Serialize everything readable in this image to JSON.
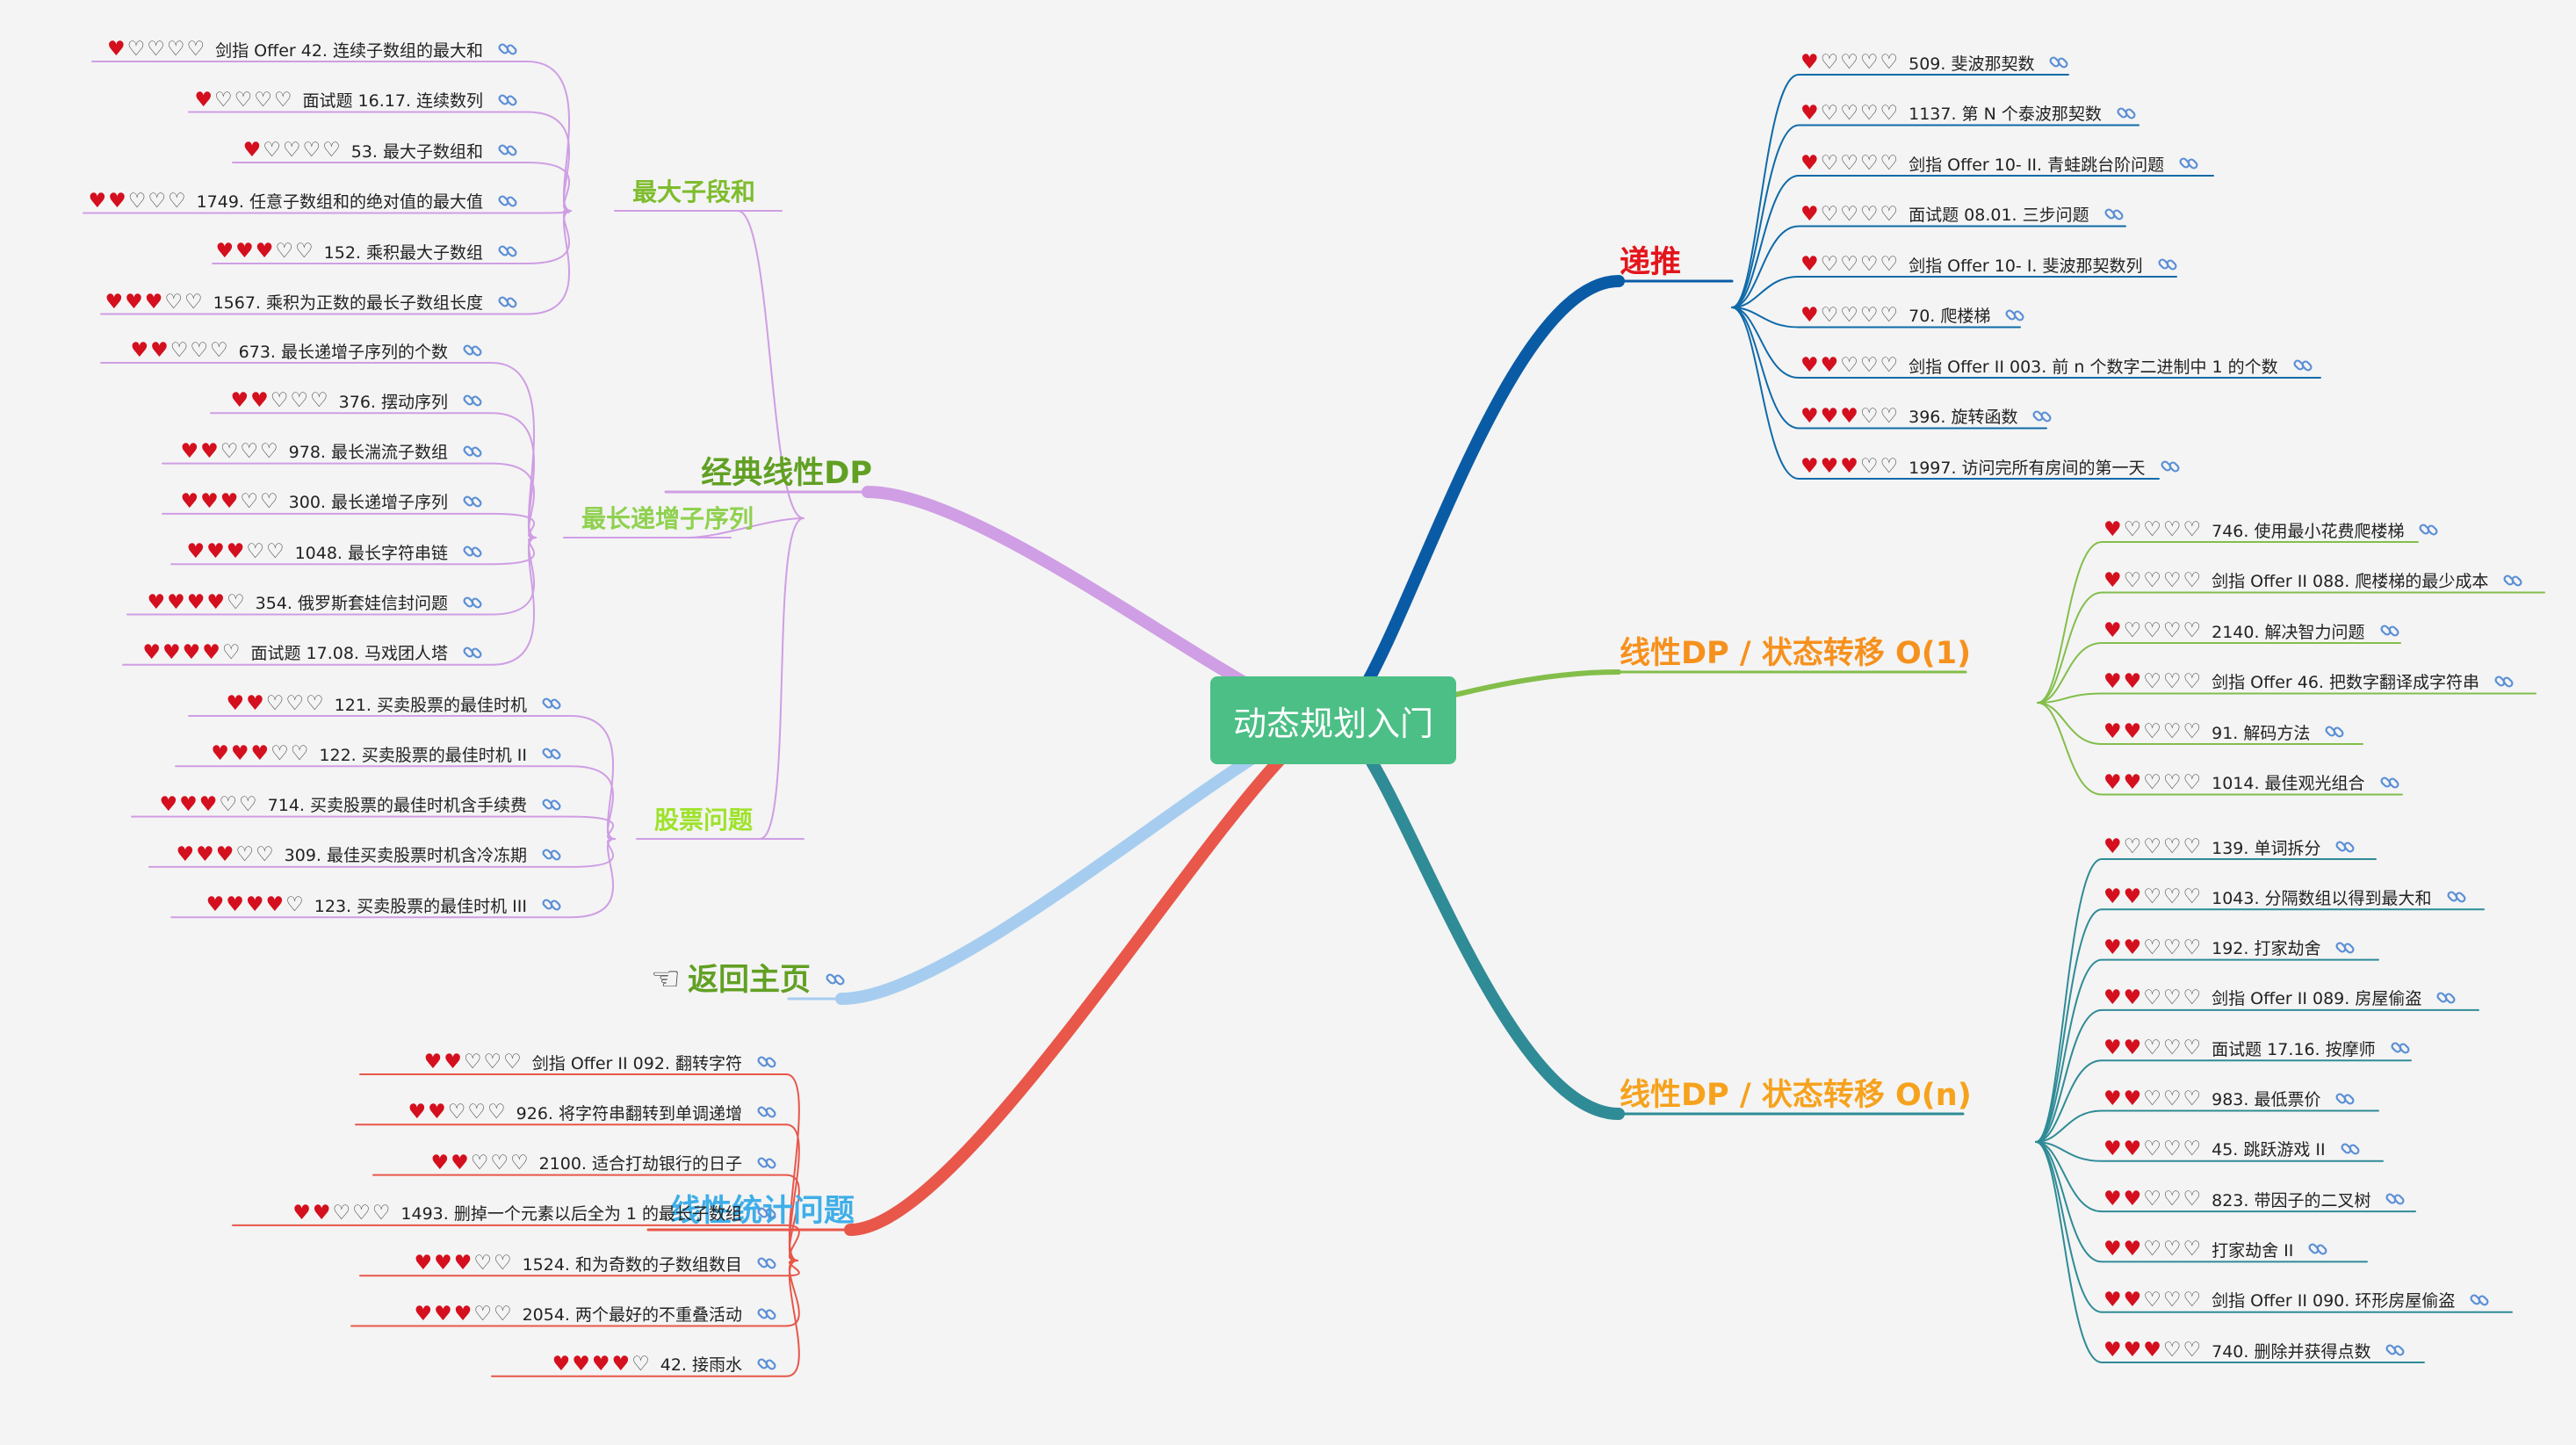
{
  "root": {
    "label": "动态规划入门"
  },
  "nodes": [
    {
      "key": "recur",
      "label": "递推",
      "color": "#e3151b",
      "side": "right",
      "leaves": [
        {
          "hearts": 1,
          "text": "509. 斐波那契数"
        },
        {
          "hearts": 1,
          "text": "1137. 第 N 个泰波那契数"
        },
        {
          "hearts": 1,
          "text": "剑指 Offer 10- II. 青蛙跳台阶问题"
        },
        {
          "hearts": 1,
          "text": "面试题 08.01. 三步问题"
        },
        {
          "hearts": 1,
          "text": "剑指 Offer 10- I. 斐波那契数列"
        },
        {
          "hearts": 1,
          "text": "70. 爬楼梯"
        },
        {
          "hearts": 2,
          "text": "剑指 Offer II 003. 前 n 个数字二进制中 1 的个数"
        },
        {
          "hearts": 3,
          "text": "396. 旋转函数"
        },
        {
          "hearts": 3,
          "text": "1997. 访问完所有房间的第一天"
        }
      ]
    },
    {
      "key": "o1",
      "label": "线性DP / 状态转移 O(1)",
      "color": "#f6911d",
      "side": "right",
      "leaves": [
        {
          "hearts": 1,
          "text": "746. 使用最小花费爬楼梯"
        },
        {
          "hearts": 1,
          "text": "剑指 Offer II 088. 爬楼梯的最少成本"
        },
        {
          "hearts": 1,
          "text": "2140. 解决智力问题"
        },
        {
          "hearts": 2,
          "text": "剑指 Offer 46. 把数字翻译成字符串"
        },
        {
          "hearts": 2,
          "text": "91. 解码方法"
        },
        {
          "hearts": 2,
          "text": "1014. 最佳观光组合"
        }
      ]
    },
    {
      "key": "on",
      "label": "线性DP / 状态转移 O(n)",
      "color": "#f6a21d",
      "side": "right",
      "leaves": [
        {
          "hearts": 1,
          "text": "139. 单词拆分"
        },
        {
          "hearts": 2,
          "text": "1043. 分隔数组以得到最大和"
        },
        {
          "hearts": 2,
          "text": "192. 打家劫舍"
        },
        {
          "hearts": 2,
          "text": "剑指 Offer II 089. 房屋偷盗"
        },
        {
          "hearts": 2,
          "text": "面试题 17.16. 按摩师"
        },
        {
          "hearts": 2,
          "text": "983. 最低票价"
        },
        {
          "hearts": 2,
          "text": "45. 跳跃游戏 II"
        },
        {
          "hearts": 2,
          "text": "823. 带因子的二叉树"
        },
        {
          "hearts": 2,
          "text": "打家劫舍 II"
        },
        {
          "hearts": 2,
          "text": "剑指 Offer II 090. 环形房屋偷盗"
        },
        {
          "hearts": 3,
          "text": "740. 删除并获得点数"
        }
      ]
    },
    {
      "key": "classic",
      "label": "经典线性DP",
      "color": "#61a023",
      "side": "left",
      "subs": [
        {
          "label": "最大子段和",
          "color": "#7ebc2d",
          "leaves": [
            {
              "hearts": 1,
              "text": "剑指 Offer 42. 连续子数组的最大和"
            },
            {
              "hearts": 1,
              "text": "面试题 16.17. 连续数列"
            },
            {
              "hearts": 1,
              "text": "53. 最大子数组和"
            },
            {
              "hearts": 2,
              "text": "1749. 任意子数组和的绝对值的最大值"
            },
            {
              "hearts": 3,
              "text": "152. 乘积最大子数组"
            },
            {
              "hearts": 3,
              "text": "1567. 乘积为正数的最长子数组长度"
            }
          ]
        },
        {
          "label": "最长递增子序列",
          "color": "#8fd14f",
          "leaves": [
            {
              "hearts": 2,
              "text": "673. 最长递增子序列的个数"
            },
            {
              "hearts": 2,
              "text": "376. 摆动序列"
            },
            {
              "hearts": 2,
              "text": "978. 最长湍流子数组"
            },
            {
              "hearts": 3,
              "text": "300. 最长递增子序列"
            },
            {
              "hearts": 3,
              "text": "1048. 最长字符串链"
            },
            {
              "hearts": 4,
              "text": "354. 俄罗斯套娃信封问题"
            },
            {
              "hearts": 4,
              "text": "面试题 17.08. 马戏团人塔"
            }
          ]
        },
        {
          "label": "股票问题",
          "color": "#9ee22b",
          "leaves": [
            {
              "hearts": 2,
              "text": "121. 买卖股票的最佳时机"
            },
            {
              "hearts": 3,
              "text": "122. 买卖股票的最佳时机 II"
            },
            {
              "hearts": 3,
              "text": "714. 买卖股票的最佳时机含手续费"
            },
            {
              "hearts": 3,
              "text": "309. 最佳买卖股票时机含冷冻期"
            },
            {
              "hearts": 4,
              "text": "123. 买卖股票的最佳时机 III"
            }
          ]
        }
      ]
    },
    {
      "key": "home",
      "label": "返回主页",
      "color": "#61a023",
      "side": "left",
      "leaves": []
    },
    {
      "key": "stat",
      "label": "线性统计问题",
      "color": "#3faee8",
      "side": "left",
      "leaves": [
        {
          "hearts": 2,
          "text": "剑指 Offer II 092. 翻转字符"
        },
        {
          "hearts": 2,
          "text": "926. 将字符串翻转到单调递增"
        },
        {
          "hearts": 2,
          "text": "2100. 适合打劫银行的日子"
        },
        {
          "hearts": 2,
          "text": "1493. 删掉一个元素以后全为 1 的最长子数组"
        },
        {
          "hearts": 3,
          "text": "1524. 和为奇数的子数组数目"
        },
        {
          "hearts": 3,
          "text": "2054. 两个最好的不重叠活动"
        },
        {
          "hearts": 4,
          "text": "42. 接雨水"
        }
      ]
    }
  ],
  "link_icon": "link-icon",
  "hand_icon": "pointing-hand-icon",
  "heart_icons": {
    "filled": "heart-filled-icon",
    "empty": "heart-outline-icon"
  }
}
